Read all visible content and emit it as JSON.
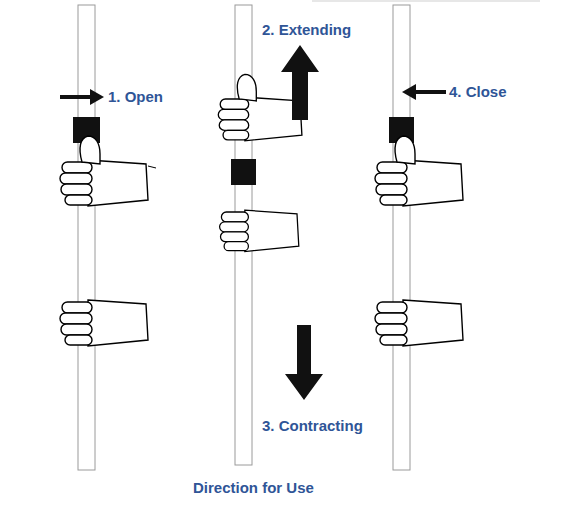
{
  "diagram": {
    "caption": "Direction for Use",
    "labels": [
      "1. Open",
      "2. Extending",
      "3. Contracting",
      "4. Close"
    ]
  }
}
